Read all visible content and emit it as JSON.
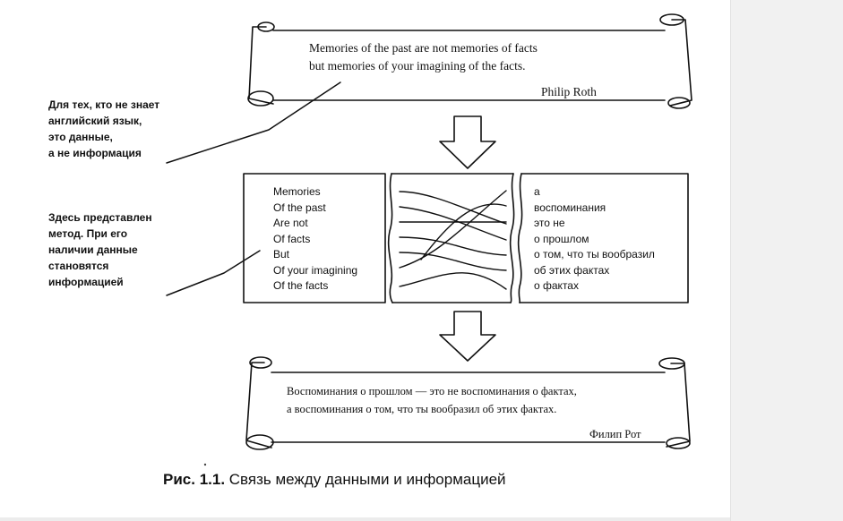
{
  "top_scroll": {
    "quote_line_1": "Memories of the past are not memories of facts",
    "quote_line_2": "but memories of your imagining of the facts.",
    "author": "Philip Roth"
  },
  "left_notes": {
    "data_note": [
      "Для тех, кто не знает",
      "английский язык,",
      "это данные,",
      "а не информация"
    ],
    "method_note": [
      "Здесь представлен",
      "метод. При его",
      "наличии данные",
      "становятся",
      "информацией"
    ]
  },
  "mapping": {
    "english_words": [
      "Memories",
      "Of the past",
      "Are not",
      "Of facts",
      "But",
      "Of your imagining",
      "Of the facts"
    ],
    "russian_words": [
      "а",
      "воспоминания",
      "это не",
      "о прошлом",
      "о том, что ты вообразил",
      "об этих фактах",
      "о фактах"
    ]
  },
  "bottom_scroll": {
    "quote_line_1": "Воспоминания о прошлом — это не воспоминания о фактах,",
    "quote_line_2": "а воспоминания о том, что ты вообразил об этих фактах.",
    "author": "Филип Рот"
  },
  "caption": {
    "label": "Рис. 1.1.",
    "text": "Связь между данными и информацией"
  },
  "colors": {
    "ink": "#111111",
    "paper": "#ffffff",
    "gutter": "#f1f1f1"
  }
}
